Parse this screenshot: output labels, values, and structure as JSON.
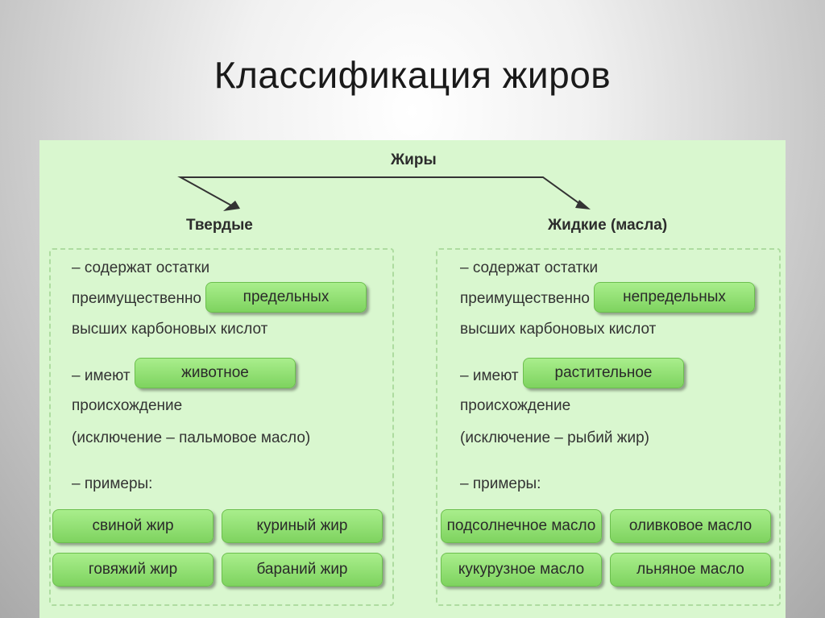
{
  "slide": {
    "title": "Классификация жиров"
  },
  "diagram": {
    "root": "Жиры",
    "left": {
      "heading": "Твердые",
      "line1": "– содержат остатки",
      "line2": "преимущественно",
      "acid_type": "предельных",
      "line3": "высших карбоновых кислот",
      "origin_prefix": "– имеют",
      "origin": "животное",
      "origin_suffix": "происхождение",
      "exception": "(исключение – пальмовое масло)",
      "examples_label": "– примеры:",
      "examples": [
        "свиной жир",
        "куриный жир",
        "говяжий жир",
        "бараний жир"
      ]
    },
    "right": {
      "heading": "Жидкие (масла)",
      "line1": "– содержат остатки",
      "line2": "преимущественно",
      "acid_type": "непредельных",
      "line3": "высших карбоновых кислот",
      "origin_prefix": "– имеют",
      "origin": "растительное",
      "origin_suffix": "происхождение",
      "exception": "(исключение – рыбий жир)",
      "examples_label": "– примеры:",
      "examples": [
        "подсолнечное масло",
        "оливковое масло",
        "кукурузное масло",
        "льняное масло"
      ]
    },
    "colors": {
      "panel": "#d9f7cf",
      "pill": "#8fe06f",
      "dashed_border": "#aedca0"
    }
  }
}
